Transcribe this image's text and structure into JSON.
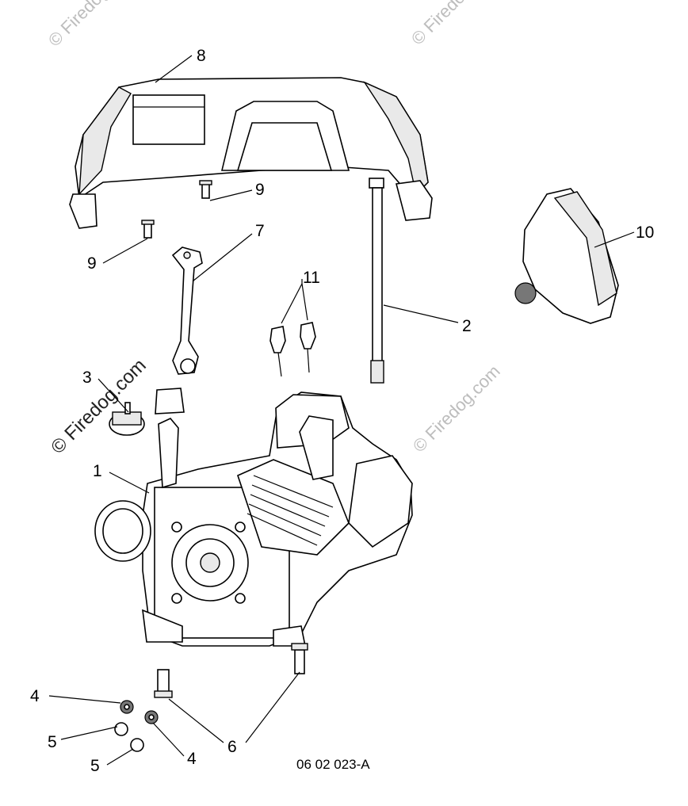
{
  "watermarks": {
    "tl": "© Firedog.com",
    "tr": "© Firedog.com",
    "mid": "© Firedog.com",
    "left": "© Firedog.com"
  },
  "callouts": {
    "c8": "8",
    "c9a": "9",
    "c9b": "9",
    "c7": "7",
    "c11": "11",
    "c10": "10",
    "c2": "2",
    "c3": "3",
    "c1": "1",
    "c4a": "4",
    "c5a": "5",
    "c5b": "5",
    "c4b": "4",
    "c6": "6"
  },
  "diagram_code": "06 02 023-A"
}
